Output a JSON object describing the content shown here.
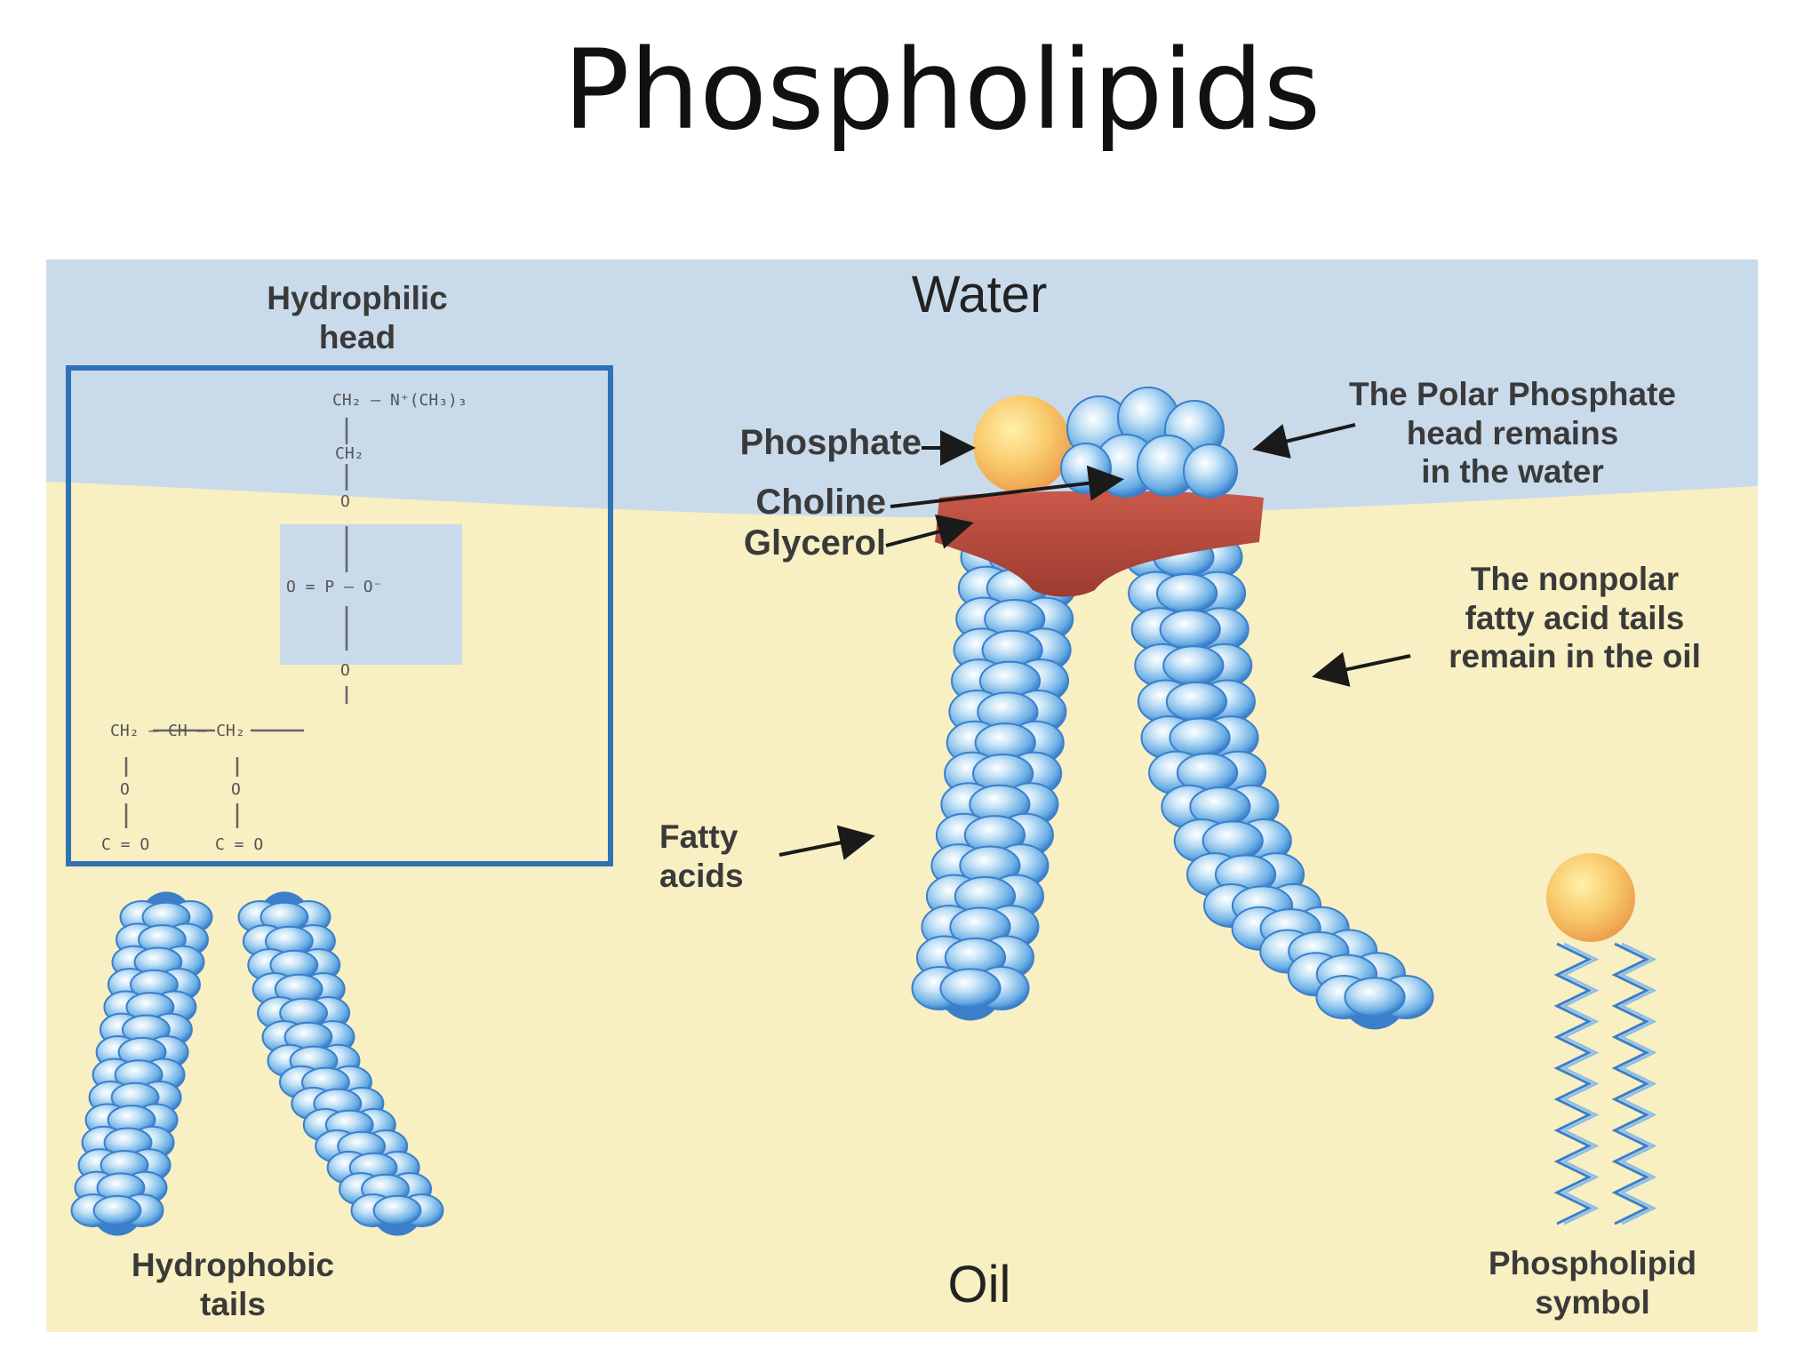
{
  "title": "Phospholipids",
  "colors": {
    "water": "#c9daea",
    "oil": "#f8efc2",
    "frame": "#2f72b6",
    "bead": "#3b7fcb",
    "bead_light": "#d8ecf8",
    "phosphate": "#f4b55c",
    "glycerol": "#b6493b"
  },
  "labels": {
    "water": "Water",
    "oil": "Oil",
    "hydrophilic_head": [
      "Hydrophilic",
      "head"
    ],
    "hydrophobic_tails": [
      "Hydrophobic",
      "tails"
    ],
    "phosphate": "Phosphate",
    "choline": "Choline",
    "glycerol": "Glycerol",
    "fatty_acids": [
      "Fatty",
      "acids"
    ],
    "polar_head_note": [
      "The Polar Phosphate",
      "head remains",
      "in the water"
    ],
    "nonpolar_tails_note": [
      "The nonpolar",
      "fatty acid tails",
      "remain in the oil"
    ],
    "phospholipid_symbol": [
      "Phospholipid",
      "symbol"
    ]
  },
  "structure": {
    "top": "CH₂ – N⁺(CH₃)₃",
    "ch2": "CH₂",
    "o1": "O",
    "phosphate_row": "O = P — O⁻",
    "o2": "O",
    "glycerol_row": "CH₂ — CH — CH₂",
    "o_left": "O",
    "o_mid": "O",
    "co_left": "C = O",
    "co_mid": "C = O"
  }
}
